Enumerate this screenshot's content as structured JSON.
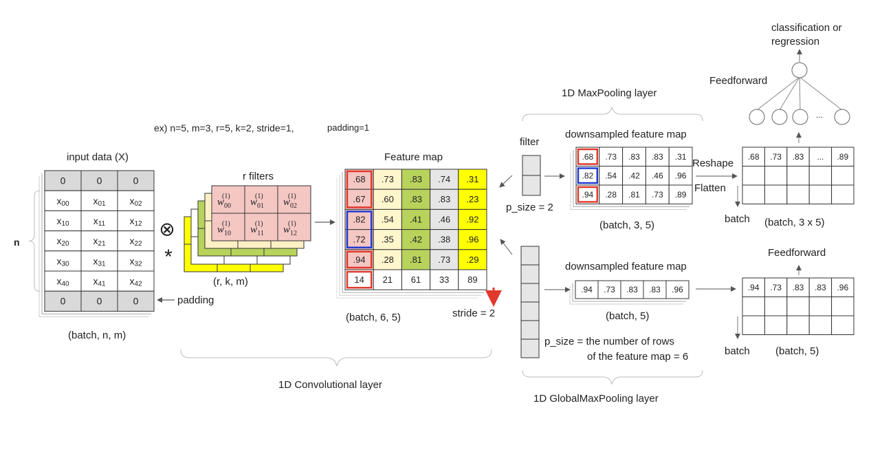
{
  "example": "ex) n=5, m=3, r=5, k=2, stride=1,",
  "example_padding": "padding=1",
  "input": {
    "title": "input data (X)",
    "rows": [
      [
        "0",
        "0",
        "0"
      ],
      [
        "x00",
        "x01",
        "x02"
      ],
      [
        "x10",
        "x11",
        "x12"
      ],
      [
        "x20",
        "x21",
        "x22"
      ],
      [
        "x30",
        "x31",
        "x32"
      ],
      [
        "x40",
        "x41",
        "x42"
      ],
      [
        "0",
        "0",
        "0"
      ]
    ],
    "n_label": "n",
    "padding_label": "padding",
    "shape": "(batch, n, m)"
  },
  "filters": {
    "title": "r filters",
    "weights": [
      [
        "00",
        "01",
        "02"
      ],
      [
        "10",
        "11",
        "12"
      ]
    ],
    "superscript": "(1)",
    "shape": "(r, k, m)"
  },
  "feature_map": {
    "title": "Feature map",
    "rows": [
      [
        ".68",
        ".73",
        ".83",
        ".74",
        ".31"
      ],
      [
        ".67",
        ".60",
        ".83",
        ".83",
        ".23"
      ],
      [
        ".82",
        ".54",
        ".41",
        ".46",
        ".92"
      ],
      [
        ".72",
        ".35",
        ".42",
        ".38",
        ".96"
      ],
      [
        ".94",
        ".28",
        ".81",
        ".73",
        ".29"
      ],
      [
        "14",
        "21",
        "61",
        "33",
        "89"
      ]
    ],
    "shape": "(batch, 6, 5)",
    "stride": "stride = 2"
  },
  "maxpool": {
    "layer": "1D MaxPooling layer",
    "filter_label": "filter",
    "p_size": "p_size = 2",
    "title": "downsampled feature map",
    "rows": [
      [
        ".68",
        ".73",
        ".83",
        ".83",
        ".31"
      ],
      [
        ".82",
        ".54",
        ".42",
        ".46",
        ".96"
      ],
      [
        ".94",
        ".28",
        ".81",
        ".73",
        ".89"
      ]
    ],
    "shape": "(batch, 3, 5)",
    "reshape": "Reshape",
    "flatten": "Flatten",
    "flat_row": [
      ".68",
      ".73",
      ".83",
      "...",
      ".89"
    ],
    "batch": "batch",
    "flat_shape": "(batch, 3 x 5)",
    "feedforward": "Feedforward",
    "output": [
      "classification or",
      "regression"
    ],
    "dots": "..."
  },
  "globalpool": {
    "layer": "1D GlobalMaxPooling layer",
    "title": "downsampled feature map",
    "row": [
      ".94",
      ".73",
      ".83",
      ".83",
      ".96"
    ],
    "shape": "(batch, 5)",
    "p_size_1": "p_size = the number of rows",
    "p_size_2": "of the feature map = 6",
    "feedforward": "Feedforward",
    "batch": "batch",
    "out_row": [
      ".94",
      ".73",
      ".83",
      ".83",
      ".96"
    ],
    "out_shape": "(batch, 5)"
  },
  "conv_layer": "1D Convolutional layer",
  "colors": {
    "gray": "#d9d9d9",
    "pink": "#f4c7c3",
    "cream": "#fdf0c4",
    "lightyellow": "#fff6cc",
    "green": "#b7d35b",
    "yellow": "#ffff00",
    "lightgray": "#e6e6e6",
    "red": "#e03a2e",
    "blue": "#1f3bd1"
  }
}
